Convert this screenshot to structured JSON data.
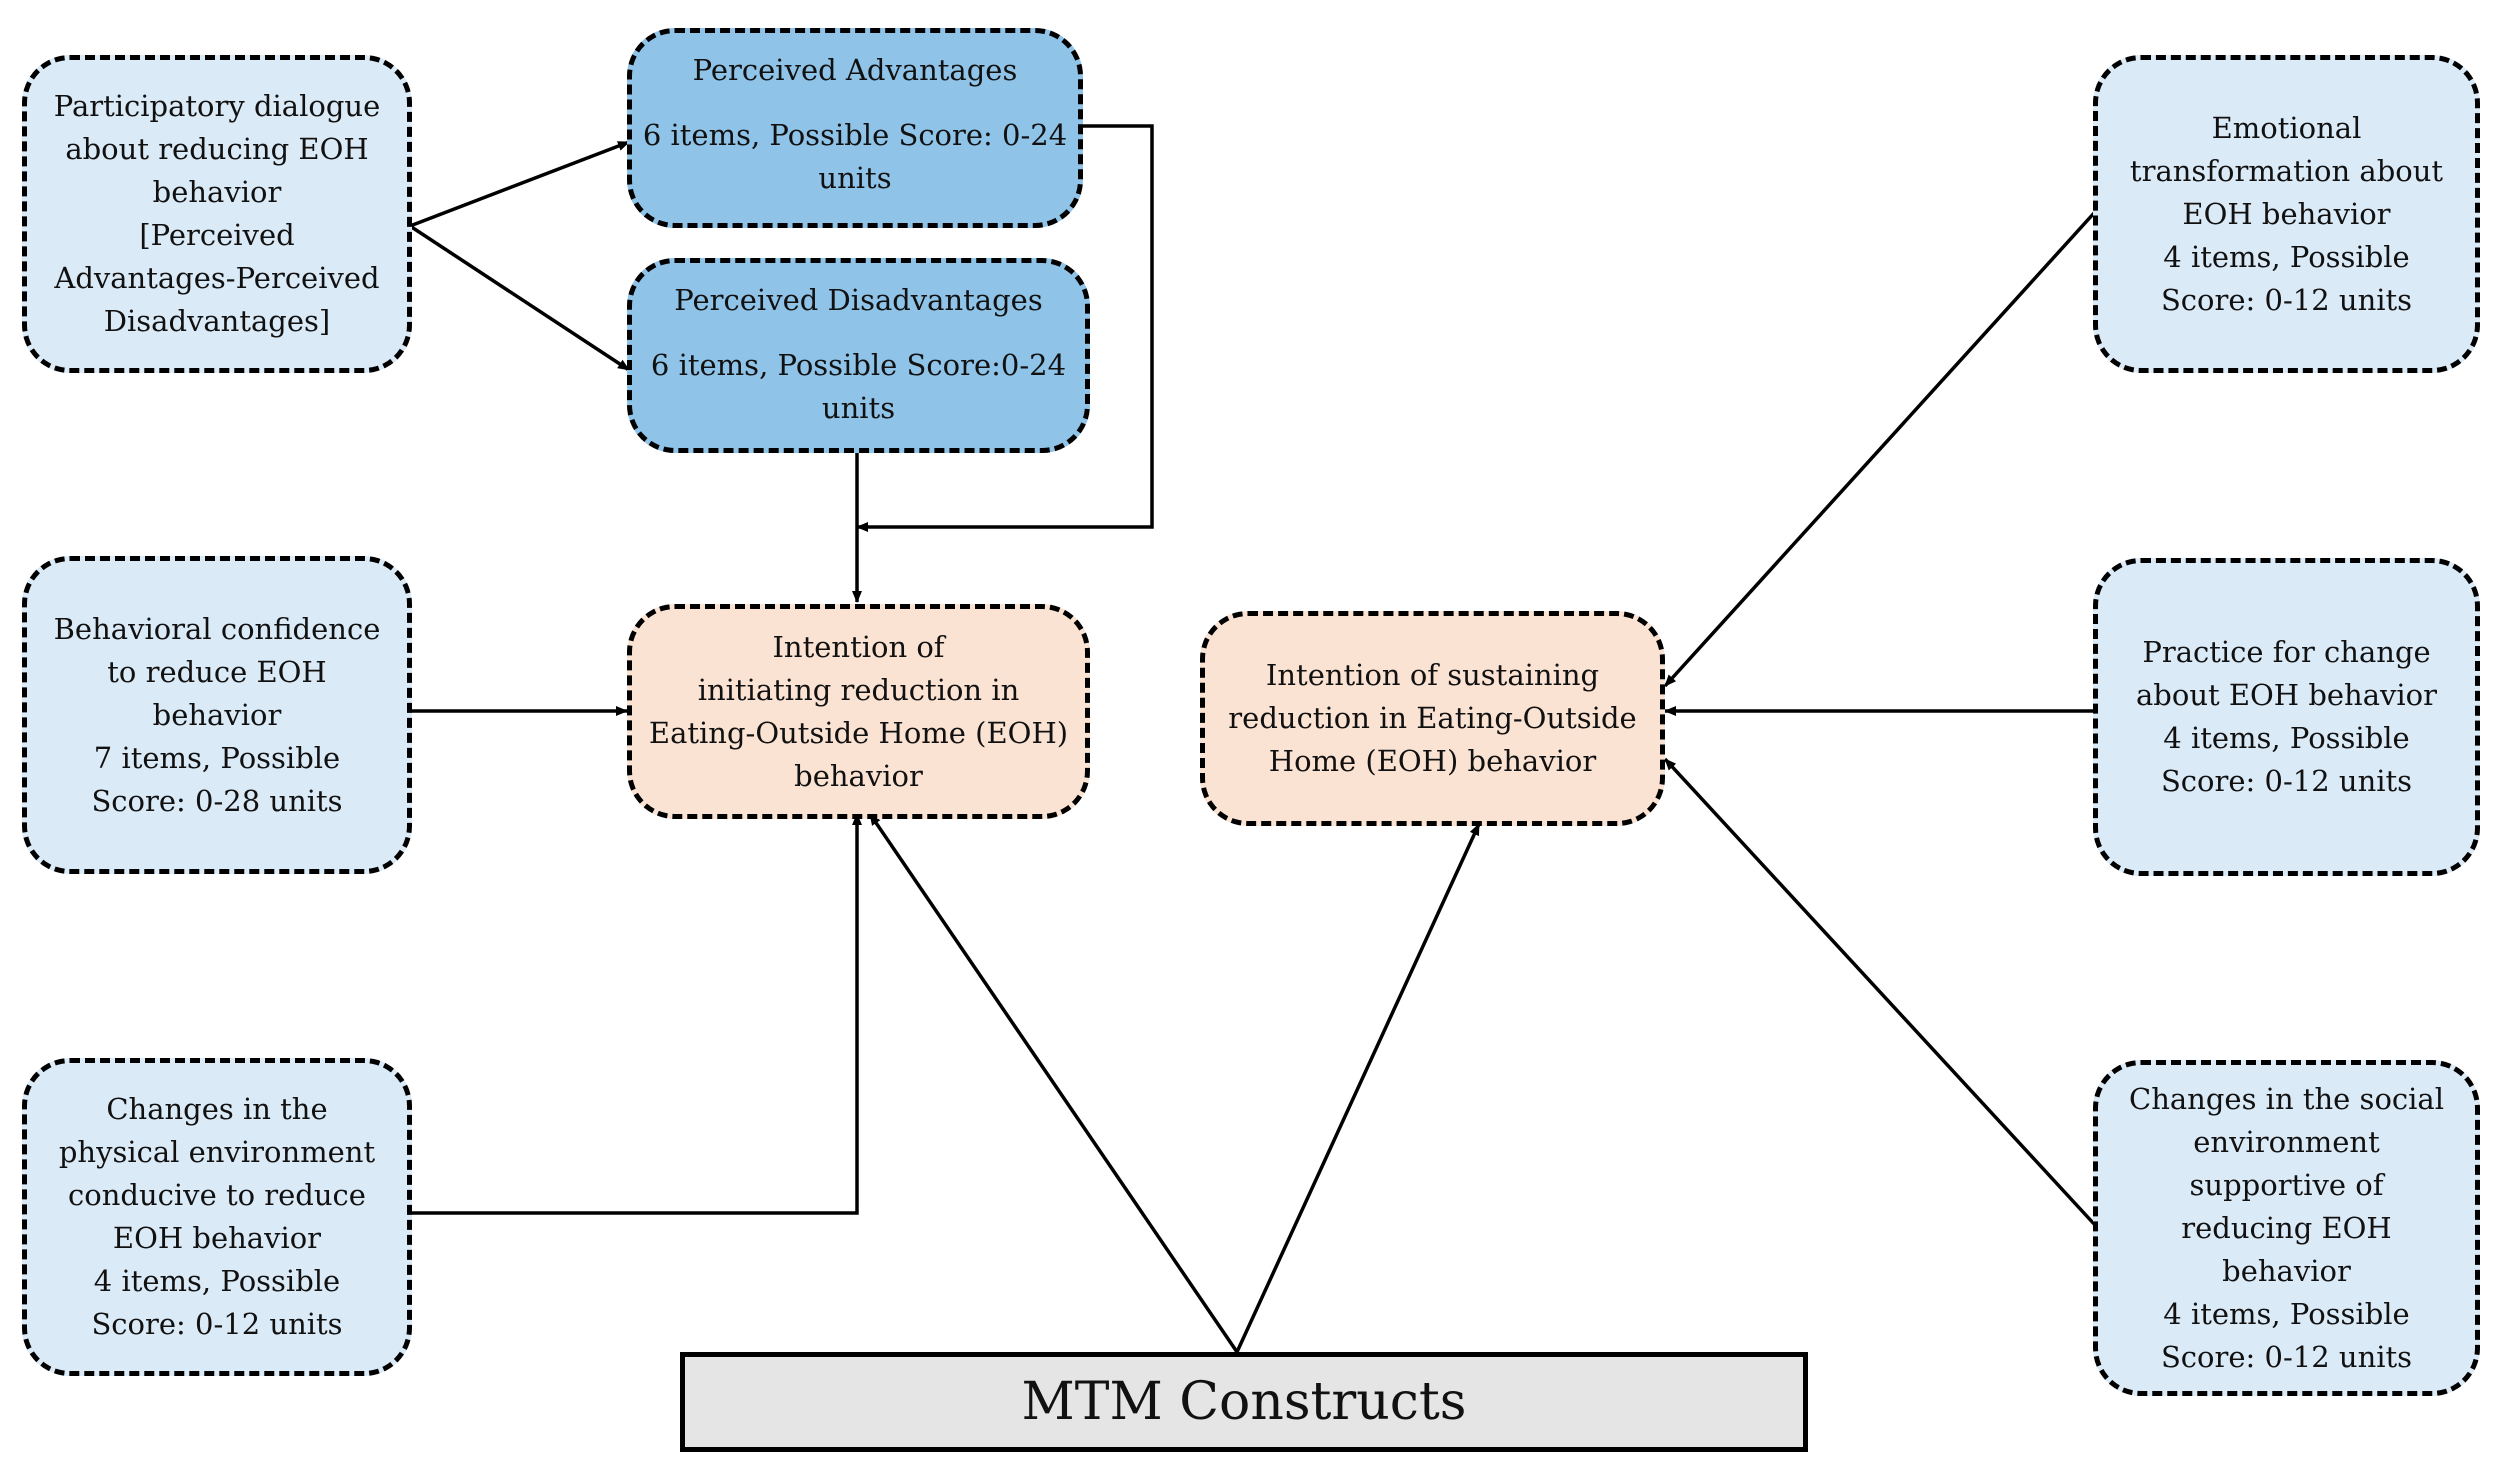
{
  "nodes": {
    "participatory_dialogue": [
      "Participatory dialogue",
      "about reducing EOH",
      "behavior",
      "[Perceived",
      "Advantages-Perceived",
      "Disadvantages]"
    ],
    "perceived_advantages": {
      "title": "Perceived Advantages",
      "detail": [
        "6 items, Possible Score: 0-24",
        "units"
      ]
    },
    "perceived_disadvantages": {
      "title": "Perceived Disadvantages",
      "detail": [
        "6 items, Possible Score:0-24",
        "units"
      ]
    },
    "behavioral_confidence": [
      "Behavioral confidence",
      "to reduce EOH",
      "behavior",
      "7 items, Possible",
      "Score: 0-28 units"
    ],
    "physical_environment": [
      "Changes in the",
      "physical environment",
      "conducive to reduce",
      "EOH behavior",
      "4 items, Possible",
      "Score: 0-12 units"
    ],
    "intention_initiating": [
      "Intention of",
      "initiating reduction in",
      "Eating-Outside Home (EOH)",
      "behavior"
    ],
    "intention_sustaining": [
      "Intention of sustaining",
      "reduction in Eating-Outside",
      "Home (EOH) behavior"
    ],
    "emotional_transformation": [
      "Emotional",
      "transformation about",
      "EOH behavior",
      "4 items, Possible",
      "Score: 0-12 units"
    ],
    "practice_for_change": [
      "Practice for change",
      "about EOH behavior",
      "4 items, Possible",
      "Score: 0-12 units"
    ],
    "social_environment": [
      "Changes in the social",
      "environment",
      "supportive of",
      "reducing EOH",
      "behavior",
      "4 items, Possible",
      "Score: 0-12 units"
    ],
    "mtm_constructs": "MTM Constructs"
  },
  "colors": {
    "light_blue": "#dbeaf7",
    "dark_blue": "#8fc3e8",
    "peach": "#fbe3d4",
    "gray": "#e5e5e5",
    "stroke": "#000000"
  }
}
